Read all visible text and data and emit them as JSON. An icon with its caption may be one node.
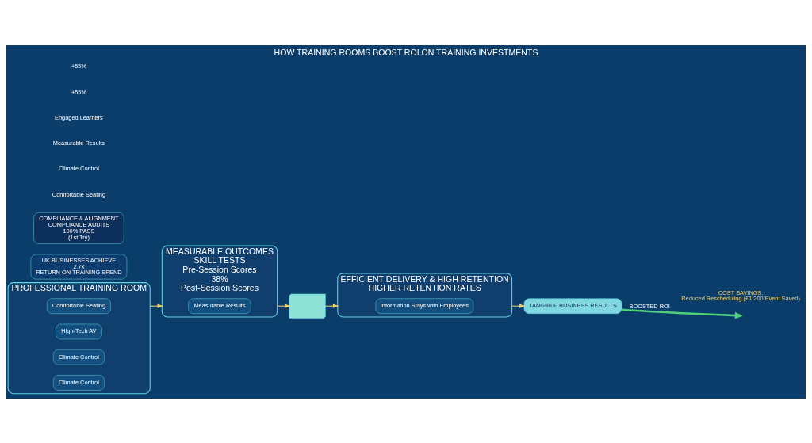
{
  "diagram": {
    "title": "HOW TRAINING ROOMS BOOST ROI ON TRAINING INVESTMENTS",
    "nodes": [
      {
        "text": [
          "PROFESSIONAL TRAINING ROOM"
        ]
      },
      {
        "text": [
          "Comfortable Seating"
        ],
        "in": 0
      },
      {
        "text": [
          "High-Tech AV"
        ],
        "in": 0
      },
      {
        "text": [
          "Climate Control"
        ],
        "in": 0
      },
      {
        "text": [
          "Climate Control"
        ],
        "in": 0
      },
      {
        "text": [],
        "shape": "picture"
      },
      {
        "text": [
          "MEASURABLE OUTCOMES",
          "SKILL TESTS",
          "Pre-Session Scores",
          "38%",
          "Post-Session Scores"
        ]
      },
      {
        "text": [
          "Measurable Results"
        ],
        "in": 6
      },
      {
        "text": [
          "UK BUSINESSES ACHIEVE",
          "2.7x",
          "RETURN ON TRAINING SPEND"
        ]
      },
      {
        "text": [
          "EFFICIENT DELIVERY & HIGH RETENTION",
          "HIGHER RETENTION RATES"
        ]
      },
      {
        "text": [
          "Information Stays with Employees"
        ],
        "in": 9
      },
      {
        "text": [
          "TANGIBLE BUSINESS RESULTS"
        ],
        "beside": [
          "COST SAVINGS:",
          "Reduced Rescheduling (£1,200/Event Saved)"
        ]
      },
      {
        "text": [
          "COMPLIANCE & ALIGNMENT",
          "COMPLIANCE AUDITS",
          "100% PASS",
          "(1st Try)"
        ]
      }
    ],
    "edges": [
      {
        "from": 0,
        "to": 6,
        "arrow": "to"
      },
      {
        "from": 6,
        "to": 5,
        "arrow": "to"
      },
      {
        "from": 5,
        "to": 9,
        "arrow": "to"
      },
      {
        "from": 9,
        "to": 11,
        "arrow": "to"
      },
      {
        "from": 11,
        "to": null,
        "arrow": "to",
        "label": "BOOSTED ROI",
        "style": "thick",
        "color": "#4fd17a"
      }
    ],
    "labels": [
      "Comfortable Seating",
      "Climate Control",
      "Measurable Results",
      "Engaged Learners",
      "+55%",
      "+55%"
    ]
  }
}
